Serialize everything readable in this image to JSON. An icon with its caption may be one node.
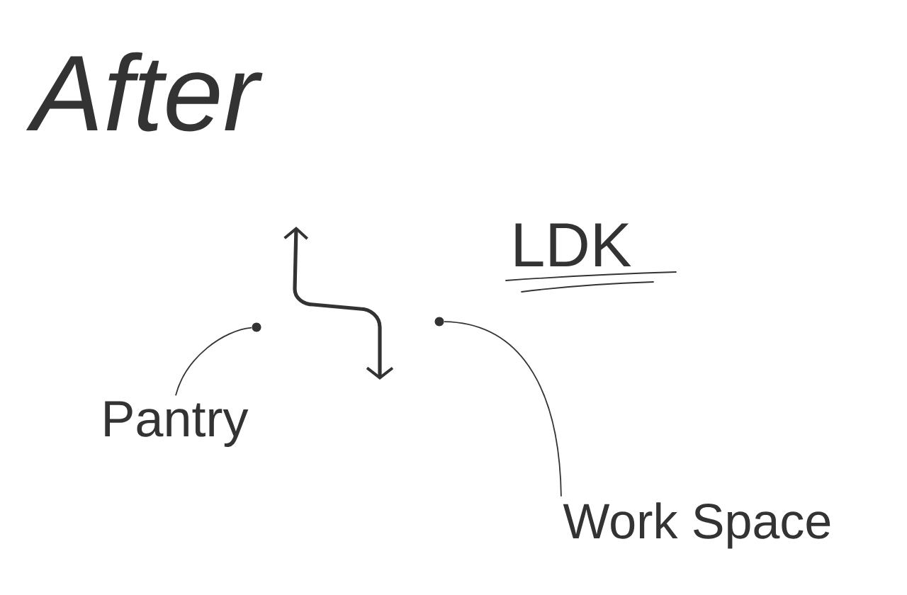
{
  "diagram": {
    "title": "After",
    "nodes": [
      {
        "text": [
          "Pantry"
        ]
      },
      {
        "text": [
          "Work Space"
        ]
      },
      {
        "text": [],
        "shape": "circle"
      },
      {
        "text": [],
        "shape": "circle"
      }
    ],
    "edges": [
      {
        "from": 0,
        "to": 2,
        "arrow": "none"
      },
      {
        "from": 1,
        "to": 3,
        "arrow": "none"
      }
    ],
    "labels": [
      "LDK"
    ]
  }
}
